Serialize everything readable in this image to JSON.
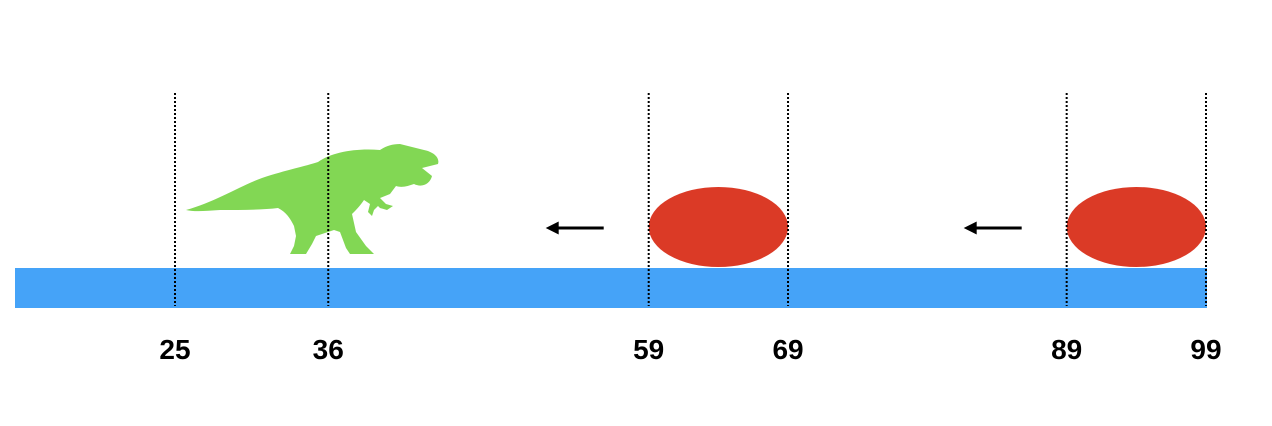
{
  "ground": {
    "color": "#45a3f8"
  },
  "dinosaur": {
    "icon": "t-rex-icon",
    "color": "#82d754",
    "span": [
      25,
      36
    ]
  },
  "obstacles": [
    {
      "icon": "red-circle-icon",
      "color": "#db3a26",
      "span": [
        59,
        69
      ]
    },
    {
      "icon": "red-circle-icon",
      "color": "#db3a26",
      "span": [
        89,
        99
      ]
    }
  ],
  "arrows": [
    {
      "icon": "left-arrow-icon",
      "direction": "left"
    },
    {
      "icon": "left-arrow-icon",
      "direction": "left"
    }
  ],
  "ticks": [
    {
      "value": 25,
      "label": "25"
    },
    {
      "value": 36,
      "label": "36"
    },
    {
      "value": 59,
      "label": "59"
    },
    {
      "value": 69,
      "label": "69"
    },
    {
      "value": 89,
      "label": "89"
    },
    {
      "value": 99,
      "label": "99"
    }
  ]
}
